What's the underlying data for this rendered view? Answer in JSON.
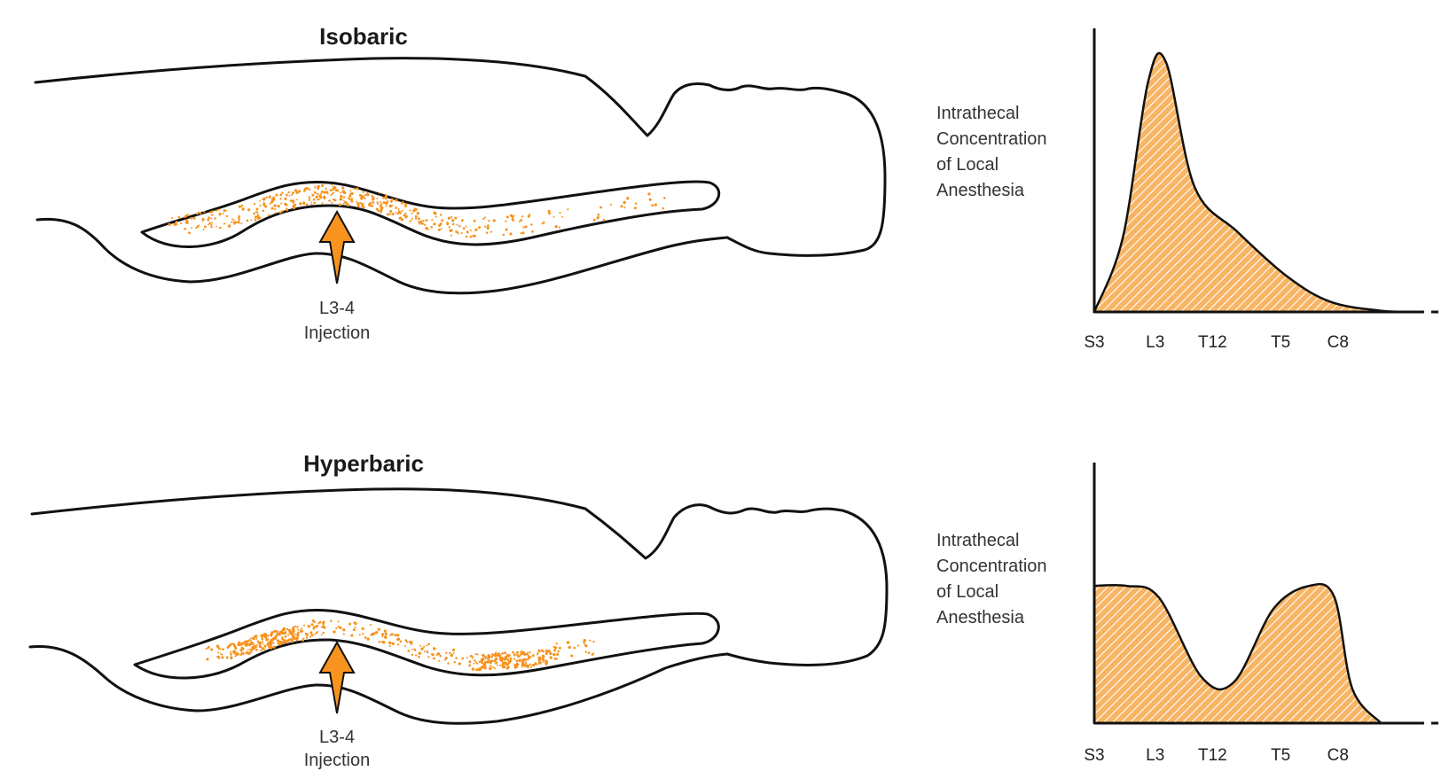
{
  "panels": [
    {
      "title": "Isobaric",
      "injection_site": "L3-4",
      "injection_label": "Injection",
      "y_label_lines": [
        "Intrathecal",
        "Concentration",
        "of Local",
        "Anesthesia"
      ]
    },
    {
      "title": "Hyperbaric",
      "injection_site": "L3-4",
      "injection_label": "Injection",
      "y_label_lines": [
        "Intrathecal",
        "Concentration",
        "of Local",
        "Anesthesia"
      ]
    }
  ],
  "colors": {
    "anesthetic": "#f7931e",
    "outline": "#111111"
  },
  "chart_data": [
    {
      "type": "area",
      "title": "",
      "xlabel": "",
      "ylabel": "Intrathecal Concentration of Local Anesthesia",
      "categories": [
        "S3",
        "L3",
        "T12",
        "T5",
        "C8"
      ],
      "x": [
        0,
        0.4,
        0.75,
        1,
        1.4,
        2,
        2.7,
        3.3,
        4.0,
        4.5
      ],
      "values": [
        0.0,
        0.3,
        0.92,
        1.0,
        0.5,
        0.32,
        0.14,
        0.04,
        0.005,
        0.0
      ],
      "xlim": [
        0,
        4.8
      ],
      "ylim": [
        0,
        1.1
      ],
      "grid": false,
      "fill": "hatched orange"
    },
    {
      "type": "area",
      "title": "",
      "xlabel": "",
      "ylabel": "Intrathecal Concentration of Local Anesthesia",
      "categories": [
        "S3",
        "L3",
        "T12",
        "T5",
        "C8"
      ],
      "x": [
        0,
        0.45,
        0.9,
        1.5,
        1.95,
        2.5,
        3.0,
        3.35,
        3.6,
        4.0
      ],
      "values": [
        0.6,
        0.6,
        0.55,
        0.2,
        0.18,
        0.5,
        0.6,
        0.55,
        0.15,
        0.0
      ],
      "xlim": [
        0,
        4.8
      ],
      "ylim": [
        0,
        1.1
      ],
      "grid": false,
      "fill": "hatched orange"
    }
  ]
}
